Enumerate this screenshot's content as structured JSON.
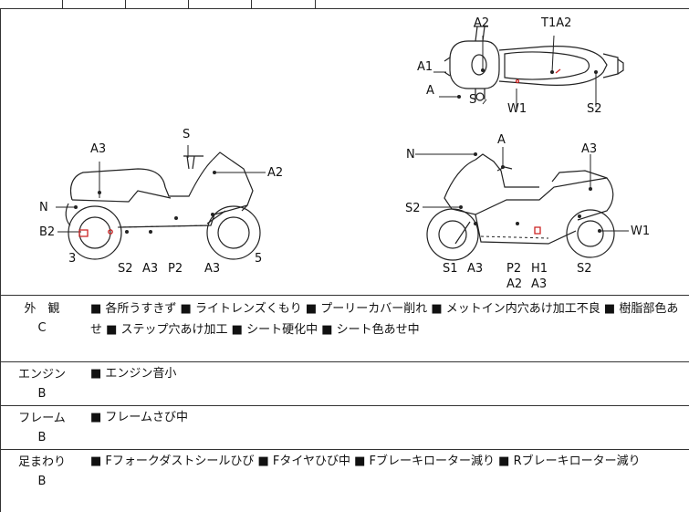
{
  "diagram": {
    "labels": {
      "top_a2": "A2",
      "top_t1a2": "T1A2",
      "top_a1": "A1",
      "top_a": "A",
      "top_s": "S",
      "top_w1": "W1",
      "top_s2": "S2",
      "left_s": "S",
      "left_a3": "A3",
      "left_a2": "A2",
      "left_n": "N",
      "left_b2": "B2",
      "left_3": "3",
      "left_s2": "S2",
      "left_a3b": "A3",
      "left_p2": "P2",
      "left_a3c": "A3",
      "left_5": "5",
      "right_n": "N",
      "right_a": "A",
      "right_a3": "A3",
      "right_s2": "S2",
      "right_w1": "W1",
      "right_s1": "S1",
      "right_a3b": "A3",
      "right_p2": "P2",
      "right_a2": "A2",
      "right_h1": "H1",
      "right_a3c": "A3",
      "right_s2b": "S2"
    },
    "colors": {
      "line": "#222222",
      "damage": "#cc2222"
    }
  },
  "evaluation": [
    {
      "category": "外　観",
      "grade": "C",
      "items": "■ 各所うすきず ■ ライトレンズくもり ■ プーリーカバー削れ ■ メットイン内穴あけ加工不良 ■ 樹脂部色あせ ■ ステップ穴あけ加工 ■ シート硬化中 ■ シート色あせ中"
    },
    {
      "category": "エンジン",
      "grade": "B",
      "items": "■ エンジン音小"
    },
    {
      "category": "フレーム",
      "grade": "B",
      "items": "■ フレームさび中"
    },
    {
      "category": "足まわり",
      "grade": "B",
      "items": "■ Fフォークダストシールひび ■ Fタイヤひび中 ■ Fブレーキローター減り ■ Rブレーキローター減り"
    }
  ]
}
